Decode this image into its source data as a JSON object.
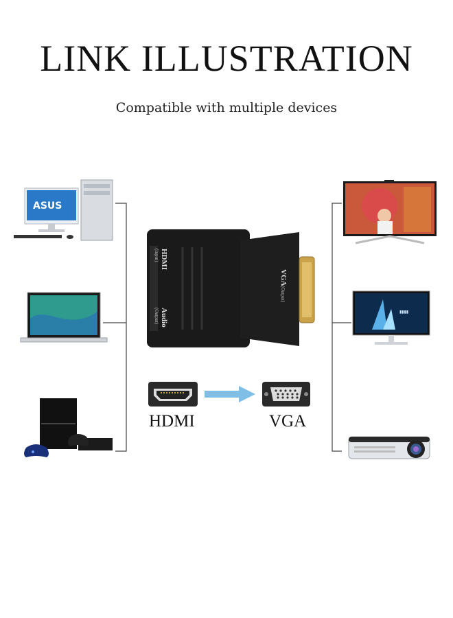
{
  "header": {
    "title": "LINK ILLUSTRATION",
    "subtitle": "Compatible with multiple devices"
  },
  "adapter": {
    "port_hdmi": "HDMI",
    "port_hdmi_sub": "(Input)",
    "port_audio": "Audio",
    "port_audio_sub": "(Output)",
    "port_vga": "VGA",
    "port_vga_sub": "(Output)"
  },
  "flow": {
    "from_label": "HDMI",
    "to_label": "VGA"
  },
  "left_devices": [
    "desktop-computer",
    "laptop",
    "game-console"
  ],
  "right_devices": [
    "tv",
    "monitor",
    "projector"
  ],
  "colors": {
    "arrow": "#7fbfe6",
    "adapter": "#1a1a1a",
    "gold": "#c9a24a"
  }
}
